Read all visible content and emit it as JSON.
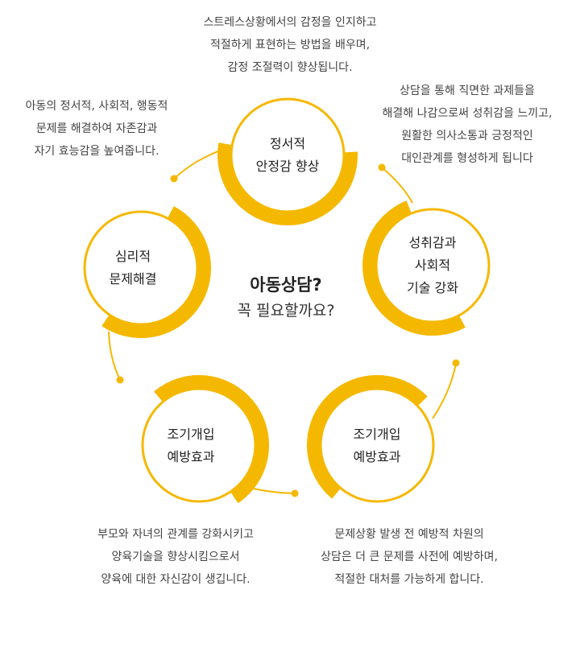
{
  "center": {
    "title": "아동상담?",
    "subtitle": "꼭 필요할까요?"
  },
  "nodes": [
    {
      "id": "emotional",
      "label_lines": [
        "정서적",
        "안정감 향상"
      ]
    },
    {
      "id": "social",
      "label_lines": [
        "성취감과",
        "사회적",
        "기술 강화"
      ]
    },
    {
      "id": "prevention",
      "label_lines": [
        "조기개입",
        "예방효과"
      ]
    },
    {
      "id": "parenting",
      "label_lines": [
        "조기개입",
        "예방효과"
      ]
    },
    {
      "id": "psychological",
      "label_lines": [
        "심리적",
        "문제해결"
      ]
    }
  ],
  "descriptions": {
    "top": [
      "스트레스상황에서의 감정을 인지하고",
      "적절하게 표현하는 방법을 배우며,",
      "감정 조절력이 향상됩니다."
    ],
    "top_left": [
      "아동의 정서적, 사회적, 행동적",
      "문제를 해결하여 자존감과",
      "자기 효능감을 높여줍니다."
    ],
    "top_right": [
      "상담을 통해 직면한 과제들을",
      "해결해 나감으로써 성취감을 느끼고,",
      "원활한 의사소통과 긍정적인",
      "대인관계를 형성하게 됩니다"
    ],
    "bottom_left": [
      "부모와 자녀의 관계를 강화시키고",
      "양육기술을 향상시킴으로서",
      "양육에 대한 자신감이 생깁니다."
    ],
    "bottom_right": [
      "문제상황 발생 전 예방적 차원의",
      "상담은 더 큰 문제를 사전에 예방하며,",
      "적절한 대처를 가능하게 합니다."
    ]
  },
  "colors": {
    "accent": "#F5B800",
    "circle_fill": "#FFFFFF"
  }
}
